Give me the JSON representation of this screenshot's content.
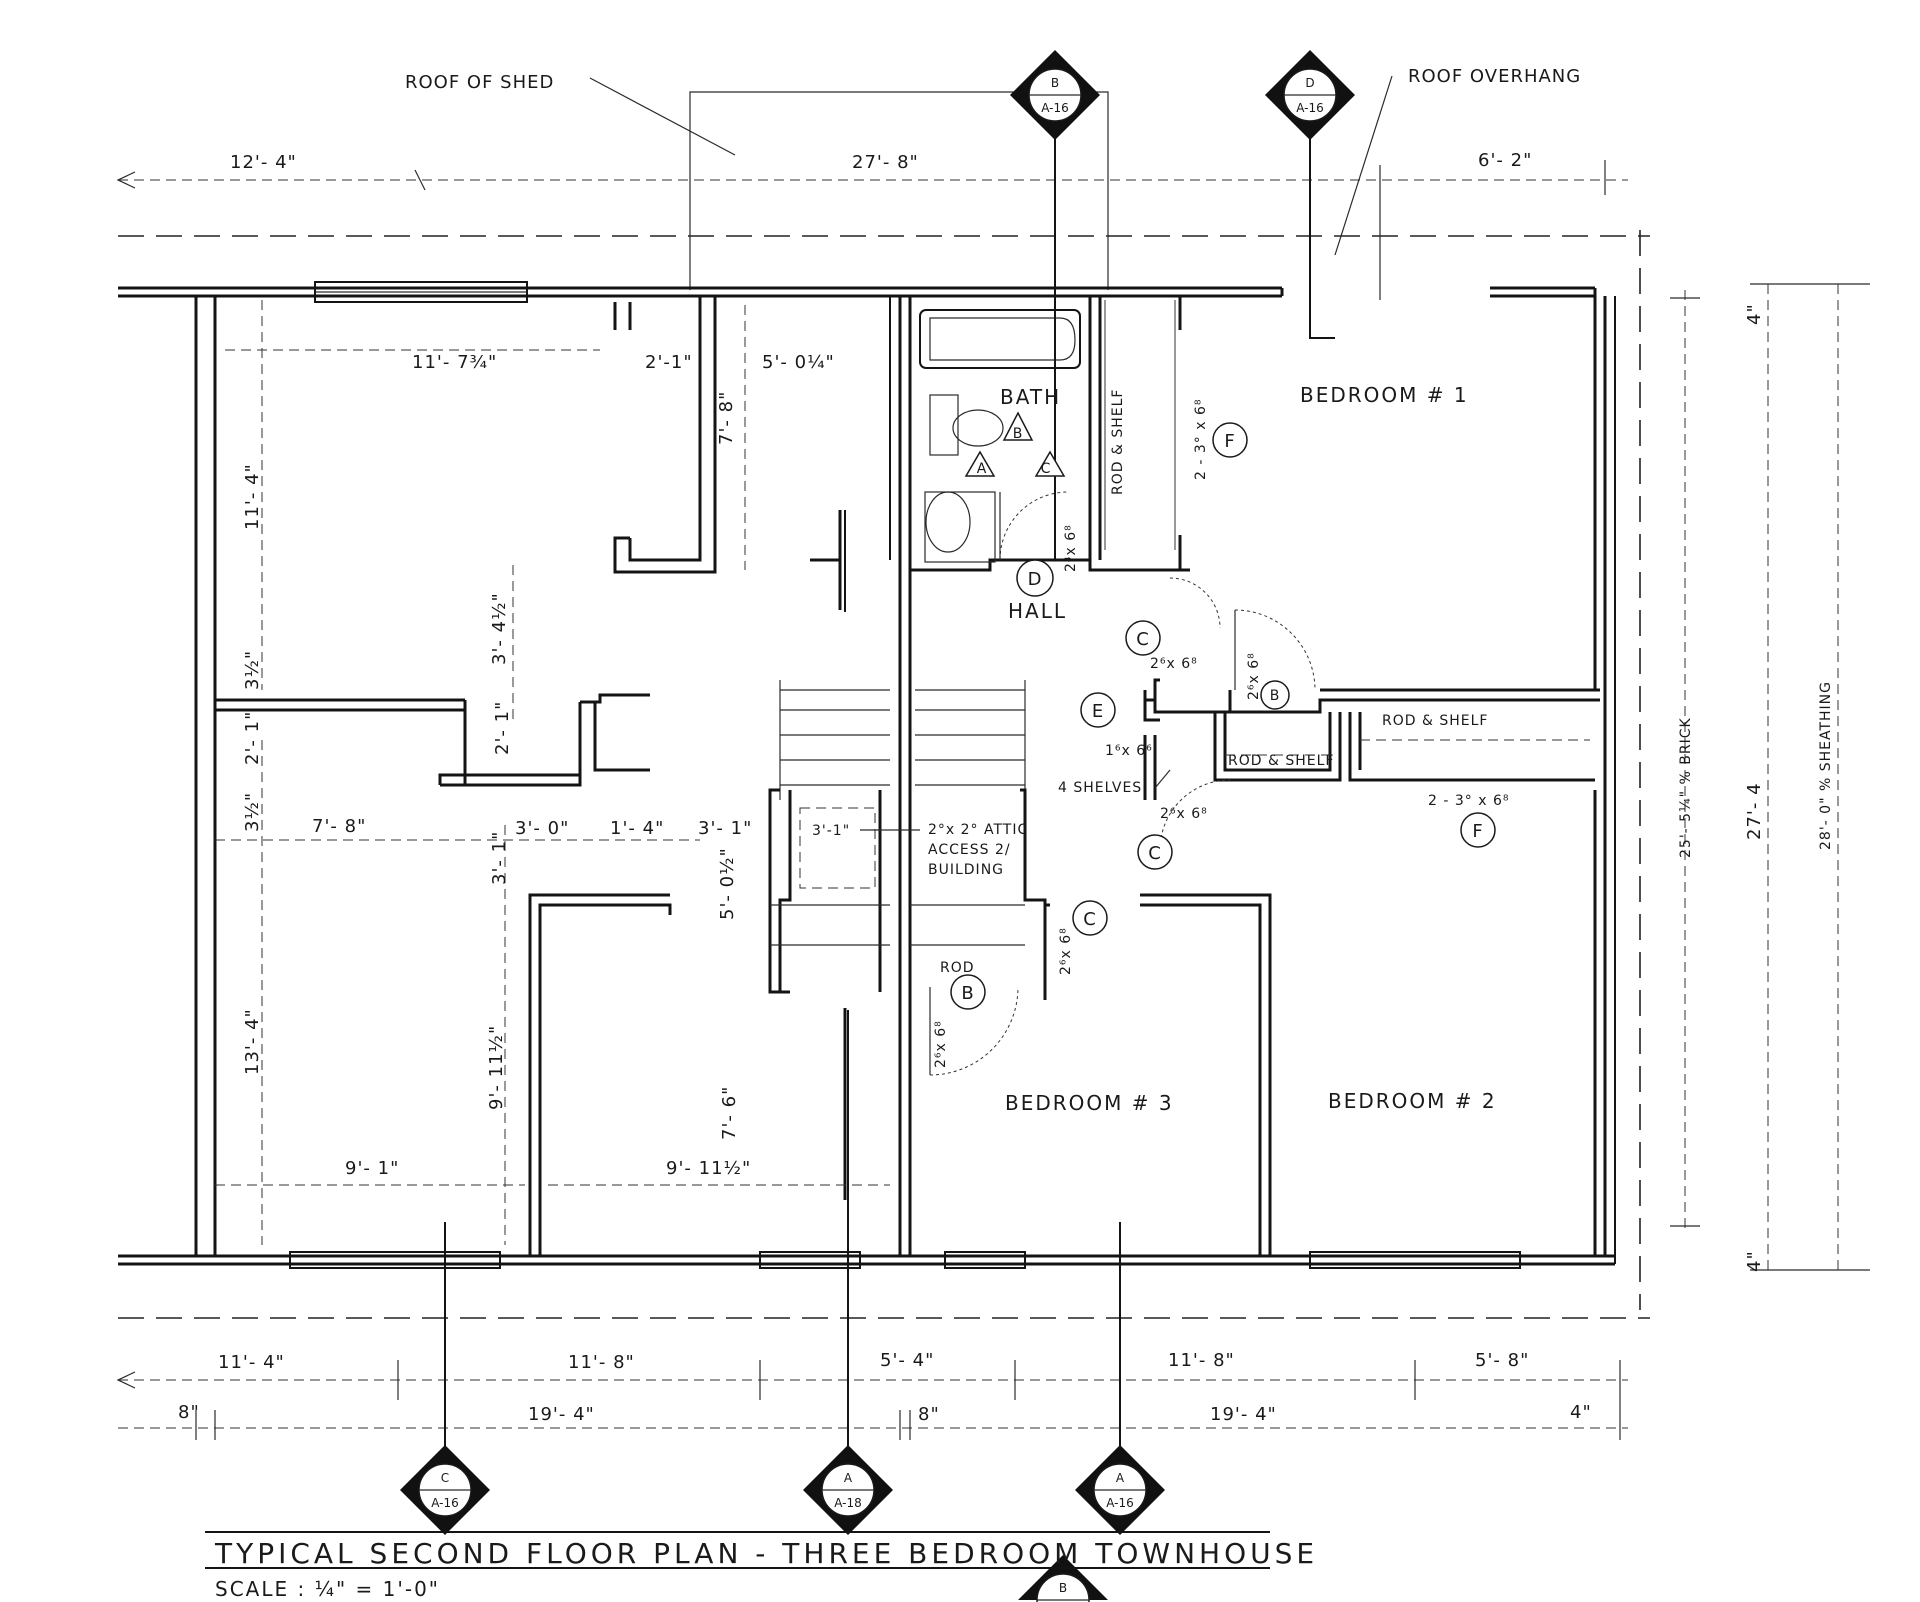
{
  "title": {
    "main": "TYPICAL  SECOND  FLOOR  PLAN  -  THREE  BEDROOM  TOWNHOUSE",
    "scale": "SCALE  :  ¼\" = 1'-0\""
  },
  "notes": {
    "roof_of_shed": "ROOF  OF  SHED",
    "roof_overhang": "ROOF  OVERHANG"
  },
  "rooms": {
    "bedroom1": "BEDROOM  # 1",
    "bedroom2": "BEDROOM # 2",
    "bedroom3": "BEDROOM # 3",
    "bath": "BATH",
    "hall": "HALL"
  },
  "closets": {
    "rod_shelf_vertical": "ROD & SHELF",
    "rod_shelf_right": "ROD & SHELF",
    "rod_shelf_mid": "ROD & SHELF",
    "rod": "ROD",
    "four_shelves": "4 SHELVES",
    "attic_line1": "2°x 2° ATTIC",
    "attic_line2": "ACCESS  2/",
    "attic_line3": "BUILDING",
    "attic_dim": "3'-1\""
  },
  "door_tags": {
    "bath_a": "A",
    "bath_b": "B",
    "bath_c": "C",
    "d": "D",
    "f1": "F",
    "f2": "F",
    "c1": "C",
    "c2": "C",
    "c3": "C",
    "b1": "B",
    "b2": "B",
    "e": "E"
  },
  "door_sizes": {
    "bath_door": "2⁴x 6⁸",
    "bedroom1_closet": "2 - 3° x 6⁸",
    "bedroom2_closet": "2 - 3° x 6⁸",
    "hall_door_c": "2⁶x 6⁸",
    "hall_door_b": "2⁶x 6⁸",
    "linen_e": "1⁶x 6⁶",
    "bedroom_door_c2": "2⁶x 6⁸",
    "bedroom3_door": "2⁶x 6⁸",
    "bedroom3_closet": "2⁶x 6⁸"
  },
  "section_markers": {
    "top_b": {
      "letter": "B",
      "sheet": "A-16"
    },
    "top_d": {
      "letter": "D",
      "sheet": "A-16"
    },
    "bottom_c": {
      "letter": "C",
      "sheet": "A-16"
    },
    "bottom_a18": {
      "letter": "A",
      "sheet": "A-18"
    },
    "bottom_a16": {
      "letter": "A",
      "sheet": "A-16"
    },
    "bottom_b": {
      "letter": "B",
      "sheet": ""
    }
  },
  "dimensions": {
    "top_left": "12'- 4\"",
    "top_mid": "27'- 8\"",
    "top_right": "6'- 2\"",
    "room_top_left": "11'- 7¾\"",
    "closet_2_1": "2'-1\"",
    "room_5_0": "5'- 0¼\"",
    "room_7_8": "7'- 8\"",
    "left_11_4": "11'- 4\"",
    "hall_3_4": "3'- 4½\"",
    "left_3_half": "3½\"",
    "left_2_1": "2'- 1\"",
    "stair_2_1": "2'- 1\"",
    "left_3_half_b": "3½\"",
    "dim_7_8b": "7'- 8\"",
    "dim_3_0": "3'- 0\"",
    "dim_1_4": "1'- 4\"",
    "dim_3_1": "3'- 1\"",
    "dim_3_1v": "3'- 1\"",
    "dim_5_0": "5'- 0½\"",
    "left_13_4": "13'- 4\"",
    "room_9_1": "9'- 1\"",
    "room_9_11": "9'- 11½\"",
    "room_9_11v": "9'- 11½\"",
    "room_7_6": "7'- 6\"",
    "bot_11_4": "11'- 4\"",
    "bot_11_8a": "11'- 8\"",
    "bot_5_4": "5'- 4\"",
    "bot_11_8b": "11'- 8\"",
    "bot_5_8": "5'- 8\"",
    "bot_8": "8\"",
    "bot_19_4a": "19'- 4\"",
    "bot_8b": "8\"",
    "bot_19_4b": "19'- 4\"",
    "bot_4": "4\"",
    "right_4_top": "4\"",
    "right_brick": "25'- 5¼\" % BRICK",
    "right_27": "27'- 4",
    "right_28": "28'- 0\" % SHEATHING",
    "right_4_bot": "4\""
  }
}
